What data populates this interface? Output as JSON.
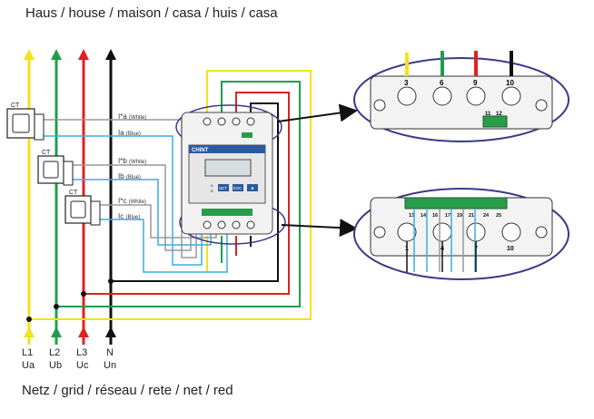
{
  "captions": {
    "top": "Haus / house / maison / casa / huis / casa",
    "bottom": "Netz / grid / réseau / rete / net / red"
  },
  "lines": [
    {
      "name": "L1",
      "sub": "Ua",
      "color": "#f2e21a"
    },
    {
      "name": "L2",
      "sub": "Ub",
      "color": "#1f9e4a"
    },
    {
      "name": "L3",
      "sub": "Uc",
      "color": "#e02020"
    },
    {
      "name": "N",
      "sub": "Un",
      "color": "#111111"
    }
  ],
  "ct_label": "CT",
  "ct_wires": [
    {
      "white": "I*a",
      "white_tag": "(White)",
      "blue": "Ia",
      "blue_tag": "(Blue)"
    },
    {
      "white": "I*b",
      "white_tag": "(White)",
      "blue": "Ib",
      "blue_tag": "(Blue)"
    },
    {
      "white": "I*c",
      "white_tag": "(White)",
      "blue": "Ic",
      "blue_tag": "(Blue)"
    }
  ],
  "meter": {
    "brand": "CHINT",
    "buttons": [
      "SET",
      "ESC",
      "◄"
    ],
    "small_labels": [
      "A",
      "B"
    ]
  },
  "zoom_top": {
    "terminals": [
      "3",
      "6",
      "9",
      "10"
    ],
    "comm_terminals": [
      "11",
      "12"
    ]
  },
  "zoom_bottom": {
    "small_terminals": [
      "13",
      "14",
      "16",
      "17",
      "19",
      "21",
      "24",
      "25"
    ],
    "big_terminals": [
      "1",
      "4",
      "7",
      "10"
    ]
  },
  "colors": {
    "yellow": "#f2e21a",
    "green": "#1f9e4a",
    "red": "#e02020",
    "black": "#111111",
    "blue": "#3aaee0",
    "zoom_border": "#3a3a8a",
    "terminal_green": "#2a9d4a"
  }
}
